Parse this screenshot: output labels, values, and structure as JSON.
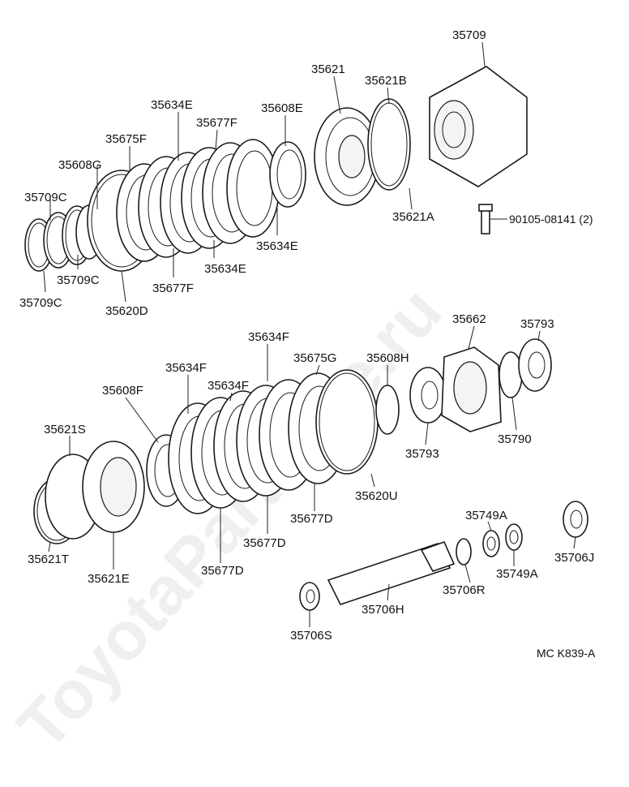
{
  "watermark": "ToyotaPartMine.ru",
  "reference_code": "MC K839-A",
  "labels": {
    "l35709": "35709",
    "l35621": "35621",
    "l35621B": "35621B",
    "l35634E_top": "35634E",
    "l35608E": "35608E",
    "l35677F_top": "35677F",
    "l35675F": "35675F",
    "l35608G": "35608G",
    "l35709C_a": "35709C",
    "l35621A": "35621A",
    "l90105": "90105-08141 (2)",
    "l35634E_r": "35634E",
    "l35634E_b": "35634E",
    "l35709C_b": "35709C",
    "l35677F_b": "35677F",
    "l35709C_c": "35709C",
    "l35620D": "35620D",
    "l35662": "35662",
    "l35793_top": "35793",
    "l35634F_top": "35634F",
    "l35634F_mid": "35634F",
    "l35675G": "35675G",
    "l35608H": "35608H",
    "l35634F_low": "35634F",
    "l35608F": "35608F",
    "l35793_b": "35793",
    "l35790": "35790",
    "l35621S": "35621S",
    "l35620U": "35620U",
    "l35677D_a": "35677D",
    "l35749A_top": "35749A",
    "l35706J": "35706J",
    "l35677D_b": "35677D",
    "l35621T": "35621T",
    "l35621E": "35621E",
    "l35677D_c": "35677D",
    "l35749A_b": "35749A",
    "l35706R": "35706R",
    "l35706H": "35706H",
    "l35706S": "35706S"
  }
}
